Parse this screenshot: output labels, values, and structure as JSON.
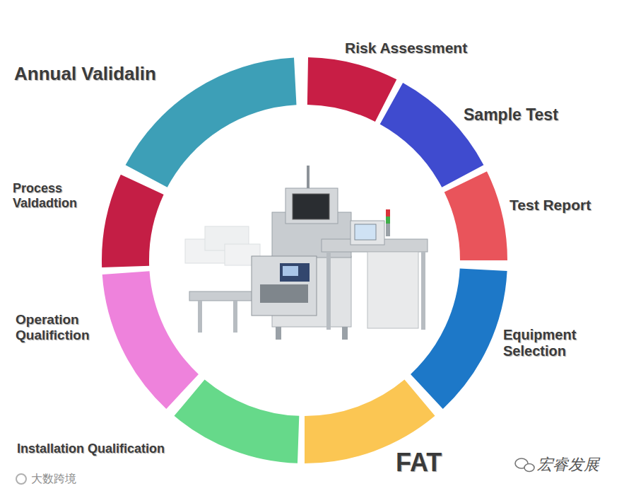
{
  "diagram": {
    "nodes": [
      {
        "text": [
          "Risk Assessment"
        ]
      },
      {
        "text": [
          "Sample Test"
        ]
      },
      {
        "text": [
          "Test Report"
        ]
      },
      {
        "text": [
          "Equipment Selection"
        ]
      },
      {
        "text": [
          "FAT"
        ]
      },
      {
        "text": [
          "Installation Qualification"
        ]
      },
      {
        "text": [
          "Operation Qualifiction"
        ]
      },
      {
        "text": [
          "Process Valdadtion"
        ]
      },
      {
        "text": [
          "Annual Validalin"
        ]
      }
    ],
    "labels": [
      "大数跨境",
      "宏睿发展"
    ]
  }
}
